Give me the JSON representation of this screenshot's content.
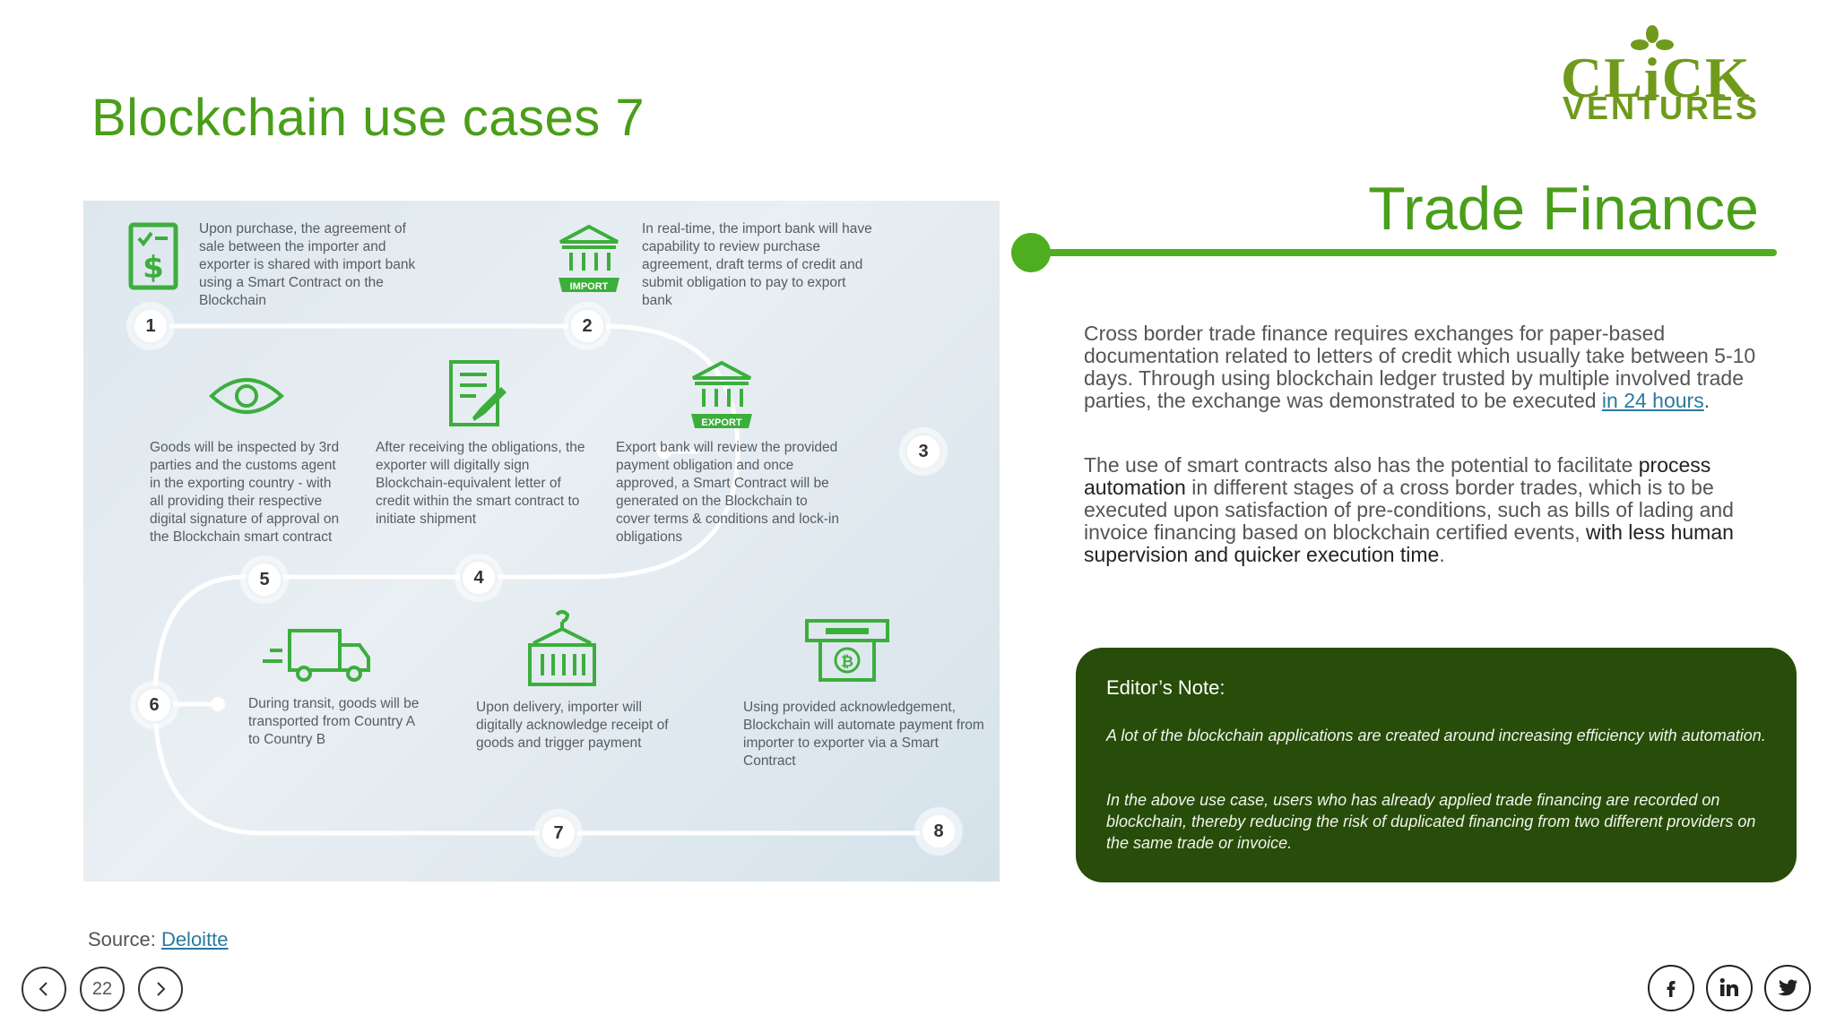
{
  "slide": {
    "title": "Blockchain use cases 7",
    "page_number": "22"
  },
  "logo": {
    "line1": "CLiCK",
    "line2": "VENTURES"
  },
  "infographic": {
    "steps": [
      {
        "num": "1",
        "text": "Upon purchase, the agreement of sale between the importer and exporter is shared with import bank using a Smart Contract on the Blockchain"
      },
      {
        "num": "2",
        "text": "In real-time, the import bank will have capability to review purchase agreement, draft terms of credit and submit obligation to pay to export bank"
      },
      {
        "num": "3",
        "text": "Export bank will review the provided payment obligation and once approved, a Smart Contract will be generated on the Blockchain to cover terms & conditions and lock-in obligations"
      },
      {
        "num": "4",
        "text": "After receiving the obligations, the exporter will digitally sign Blockchain-equivalent letter of credit within the smart contract to initiate shipment"
      },
      {
        "num": "5",
        "text": "Goods will be inspected by 3rd parties and the customs agent in the exporting country - with all providing their respective digital signature of approval on the Blockchain smart contract"
      },
      {
        "num": "6",
        "text": "During transit, goods will be transported from Country A to Country B"
      },
      {
        "num": "7",
        "text": "Upon delivery, importer will digitally acknowledge receipt of goods and trigger payment"
      },
      {
        "num": "8",
        "text": "Using provided acknowledgement, Blockchain will automate payment from importer to exporter via a Smart Contract"
      }
    ],
    "bank_labels": {
      "import": "IMPORT",
      "export": "EXPORT"
    }
  },
  "main": {
    "heading": "Trade Finance",
    "p1_text": "Cross border trade finance requires exchanges for paper-based documentation related to letters of credit which usually take between 5-10 days. Through using blockchain ledger trusted by multiple involved trade parties, the exchange was demonstrated to be executed ",
    "p1_link": "in 24 hours",
    "p1_end": ".",
    "p2_a": "The use of smart contracts also has the potential to facilitate ",
    "p2_b": "process automation",
    "p2_c": " in different stages of a cross border trades, which is to be executed upon satisfaction of pre-conditions, such as bills of lading and invoice financing based on blockchain certified events, ",
    "p2_d": "with less human supervision and quicker execution time",
    "p2_e": "."
  },
  "editors_note": {
    "title": "Editor’s Note:",
    "p1": "A lot of the blockchain applications are created around increasing efficiency with automation.",
    "p2": "In the above use case, users who has already applied trade financing are recorded on blockchain,  thereby reducing the risk of duplicated financing from two different providers on the same trade or invoice."
  },
  "source": {
    "label": "Source: ",
    "link": "Deloitte"
  },
  "colors": {
    "accent_green": "#4fae1f",
    "title_green": "#4a9e1a",
    "note_bg": "#284c09",
    "logo_olive": "#6f9a1c"
  },
  "icons": [
    "chevron-left-icon",
    "chevron-right-icon",
    "facebook-icon",
    "linkedin-icon",
    "twitter-icon"
  ]
}
